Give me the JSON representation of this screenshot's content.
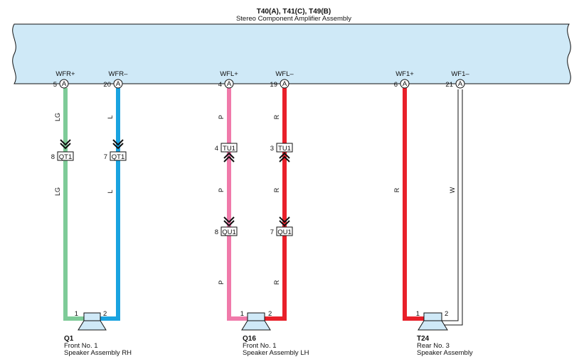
{
  "header": {
    "title": "T40(A), T41(C), T49(B)",
    "subtitle": "Stereo Component Amplifier Assembly"
  },
  "terminals": [
    {
      "name": "WFR+",
      "pin": "5",
      "conn": "A"
    },
    {
      "name": "WFR–",
      "pin": "20",
      "conn": "A"
    },
    {
      "name": "WFL+",
      "pin": "4",
      "conn": "A"
    },
    {
      "name": "WFL–",
      "pin": "19",
      "conn": "A"
    },
    {
      "name": "WF1+",
      "pin": "6",
      "conn": "A"
    },
    {
      "name": "WF1–",
      "pin": "21",
      "conn": "A"
    }
  ],
  "wires": [
    {
      "color": "#7ecb98",
      "labels": [
        "LG",
        "LG"
      ]
    },
    {
      "color": "#1aa3e0",
      "labels": [
        "L",
        "L"
      ]
    },
    {
      "color": "#f07aaa",
      "labels": [
        "P",
        "P",
        "P"
      ]
    },
    {
      "color": "#e8202a",
      "labels": [
        "R",
        "R",
        "R"
      ]
    },
    {
      "color": "#e8202a",
      "labels": [
        "R"
      ]
    },
    {
      "color": "#ffffff",
      "labels": [
        "W"
      ]
    }
  ],
  "connectors": [
    {
      "pin": "8",
      "code": "QT1"
    },
    {
      "pin": "7",
      "code": "QT1"
    },
    {
      "pin": "4",
      "code": "TU1"
    },
    {
      "pin": "3",
      "code": "TU1"
    },
    {
      "pin": "8",
      "code": "QU1"
    },
    {
      "pin": "7",
      "code": "QU1"
    }
  ],
  "speakers": [
    {
      "code": "Q1",
      "line1": "Front No.  1",
      "line2": "Speaker Assembly RH",
      "pin_a": "1",
      "pin_b": "2"
    },
    {
      "code": "Q16",
      "line1": "Front No.  1",
      "line2": "Speaker Assembly LH",
      "pin_a": "1",
      "pin_b": "2"
    },
    {
      "code": "T24",
      "line1": "Rear No.  3",
      "line2": "Speaker Assembly",
      "pin_a": "1",
      "pin_b": "2"
    }
  ],
  "colors": {
    "amp_fill": "#cfe9f7",
    "green": "#7ecb98",
    "blue": "#1aa3e0",
    "pink": "#f07aaa",
    "red": "#e8202a"
  }
}
